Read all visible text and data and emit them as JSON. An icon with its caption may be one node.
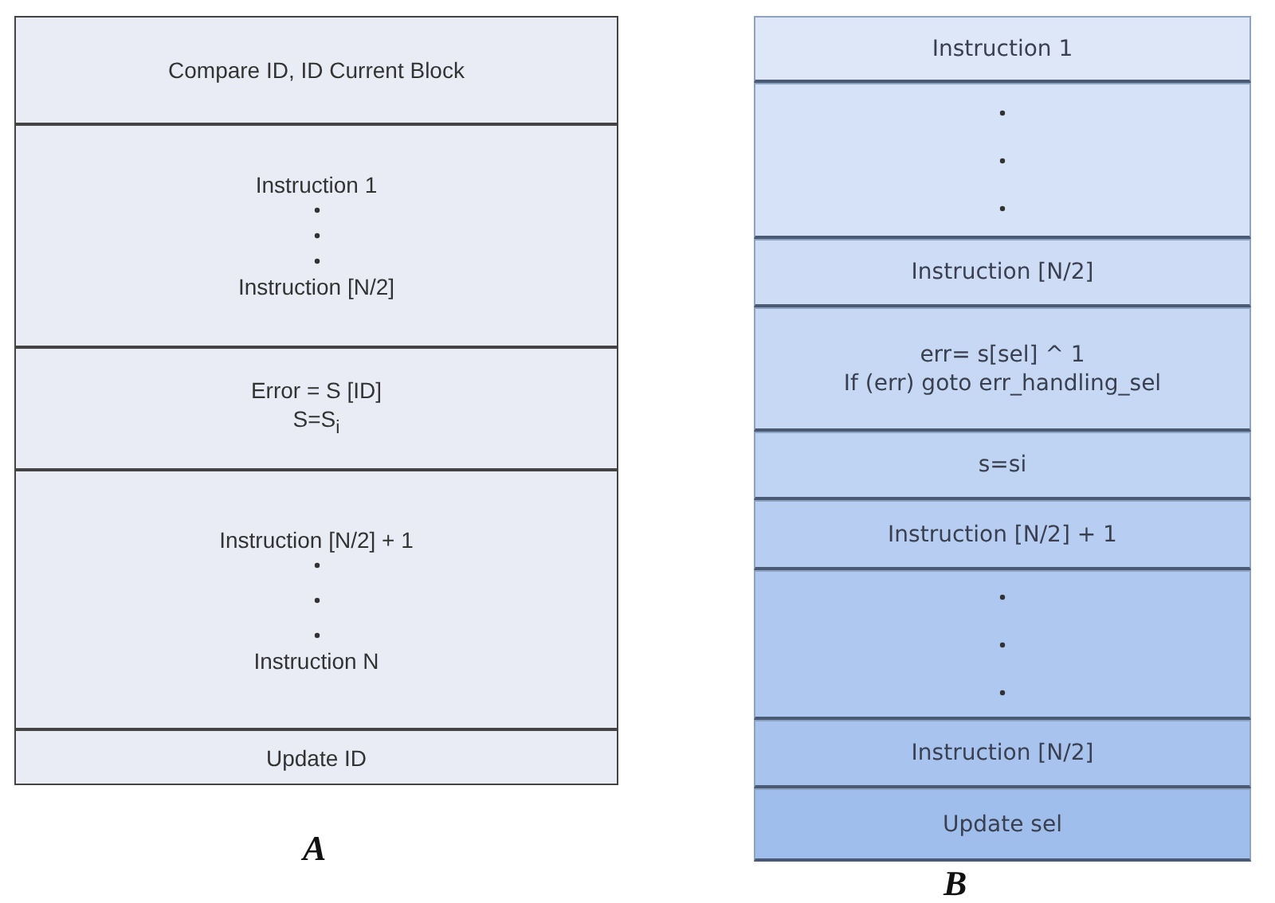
{
  "diagram": {
    "nodes": [
      {
        "text": [
          "Compare ID, ID Current Block"
        ]
      },
      {
        "text": [
          "Instruction 1",
          "Instruction [N/2]"
        ]
      },
      {
        "text": [
          "Error = S [ID]",
          "S=S$_{i}$"
        ]
      },
      {
        "text": [
          "Instruction [N/2] + 1",
          "Instruction N"
        ]
      },
      {
        "text": [
          "Update ID"
        ]
      },
      {
        "text": [
          "Instruction 1"
        ]
      },
      {
        "text": [],
        "shape": "box"
      },
      {
        "text": [
          "Instruction [N/2]"
        ]
      },
      {
        "text": [
          "err= s[sel] ^ 1",
          "If (err) goto err_handling_sel"
        ]
      },
      {
        "text": [
          "s=si"
        ]
      },
      {
        "text": [
          "Instruction [N/2] + 1"
        ]
      },
      {
        "text": [],
        "shape": "box"
      },
      {
        "text": [
          "Instruction [N/2]"
        ]
      },
      {
        "text": [
          "Update sel"
        ]
      }
    ],
    "labels": [
      "A",
      "B"
    ]
  }
}
